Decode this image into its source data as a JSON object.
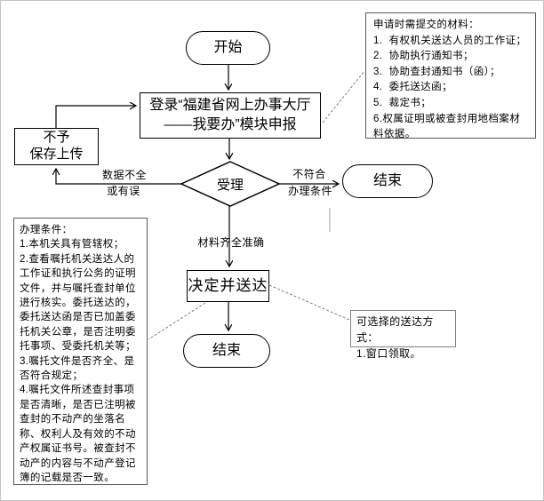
{
  "nodes": {
    "start": {
      "label": "开始"
    },
    "login": {
      "line1": "登录“福建省网上办事大厅",
      "line2": "——我要办”模块申报"
    },
    "reject": {
      "line1": "不予",
      "line2": "保存上传"
    },
    "accept": {
      "label": "受理"
    },
    "end_right": {
      "label": "结束"
    },
    "decide": {
      "label": "决定并送达"
    },
    "end_bottom": {
      "label": "结束"
    }
  },
  "edge_labels": {
    "data_incomplete_line1": "数据不全",
    "data_incomplete_line2": "或有误",
    "not_meet_line1": "不符合",
    "not_meet_line2": "办理条件",
    "materials_ok": "材料齐全准确"
  },
  "annotations": {
    "materials": {
      "title": "申请时需提交的材料：",
      "items": [
        "1.  有权机关送达人员的工作证；",
        "2.  协助执行通知书；",
        "3.  协助查封通知书（函）；",
        "4.  委托送达函；",
        "5.  裁定书；",
        "6.权属证明或被查封用地档案材料依据。"
      ]
    },
    "conditions": {
      "title": "办理条件：",
      "items": [
        "1.本机关具有管辖权；",
        "2.查看嘱托机关送达人的工作证和执行公务的证明文件，并与嘱托查封单位进行核实。委托送达的，委托送达函是否已加盖委托机关公章，是否注明委托事项、受委托机关等；",
        "3.嘱托文件是否齐全、是否符合规定；",
        "4.嘱托文件所述查封事项是否清晰，是否已注明被查封的不动产的坐落名称、权利人及有效的不动产权属证书号。被查封不动产的内容与不动产登记簿的记载是否一致。"
      ]
    },
    "delivery": {
      "title": "可选择的送达方式：",
      "items": [
        "1.窗口领取。"
      ]
    }
  },
  "colors": {
    "shape_border": "#000000",
    "annotation_border": "#595959",
    "dashed_connector": "#7f7f7f",
    "canvas_frame": "#c4c4c4"
  }
}
